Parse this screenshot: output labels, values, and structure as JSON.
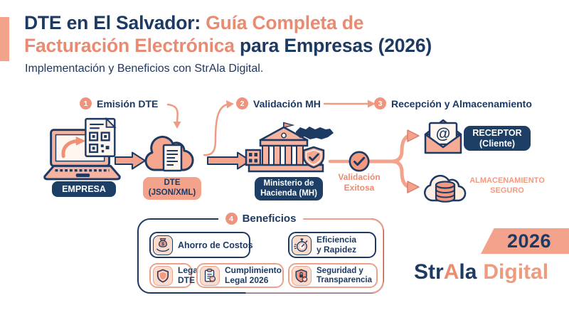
{
  "colors": {
    "navy": "#1d3a63",
    "salmon_text": "#e98b72",
    "salmon_fill": "#f3a28c",
    "salmon_light": "#fadbcc"
  },
  "header": {
    "line1_navy": "DTE en El Salvador: ",
    "line1_salmon": "Guía Completa de",
    "line2_salmon": "Facturación Electrónica",
    "line2_navy": " para Empresas (2026)",
    "subtitle": "Implementación y Beneficios con StrAla Digital."
  },
  "steps": [
    {
      "num": "1",
      "label": "Emisión DTE"
    },
    {
      "num": "2",
      "label": "Validación MH"
    },
    {
      "num": "3",
      "label": "Recepción y Almacenamiento"
    }
  ],
  "flow": {
    "empresa": "EMPRESA",
    "dte_line1": "DTE",
    "dte_line2": "(JSON/XML)",
    "mh_line1": "Ministerio de",
    "mh_line2": "Hacienda (MH)",
    "validacion_line1": "Validación",
    "validacion_line2": "Exitosa",
    "receptor_line1": "RECEPTOR",
    "receptor_line2": "(Cliente)",
    "almacenamiento_line1": "ALMACENAMIENTO",
    "almacenamiento_line2": "SEGURO",
    "at_symbol": "@"
  },
  "benefits": {
    "num": "4",
    "title": "Beneficios",
    "items": [
      {
        "icon": "money-bag-hand-icon",
        "line1": "Ahorro de Costos",
        "line2": ""
      },
      {
        "icon": "stopwatch-icon",
        "line1": "Eficiencia",
        "line2": "y Rapidez"
      },
      {
        "icon": "shield-icon",
        "line1": "Lega",
        "line2": "DTE"
      },
      {
        "icon": "clipboard-check-icon",
        "line1": "Cumplimiento",
        "line2": "Legal 2026"
      },
      {
        "icon": "shield-lock-icon",
        "line1": "Seguridad y",
        "line2": "Transparencia"
      }
    ]
  },
  "footer": {
    "year": "2026",
    "brand_str": "Str",
    "brand_a": "A",
    "brand_la": "la",
    "brand_digital": "Digital"
  }
}
